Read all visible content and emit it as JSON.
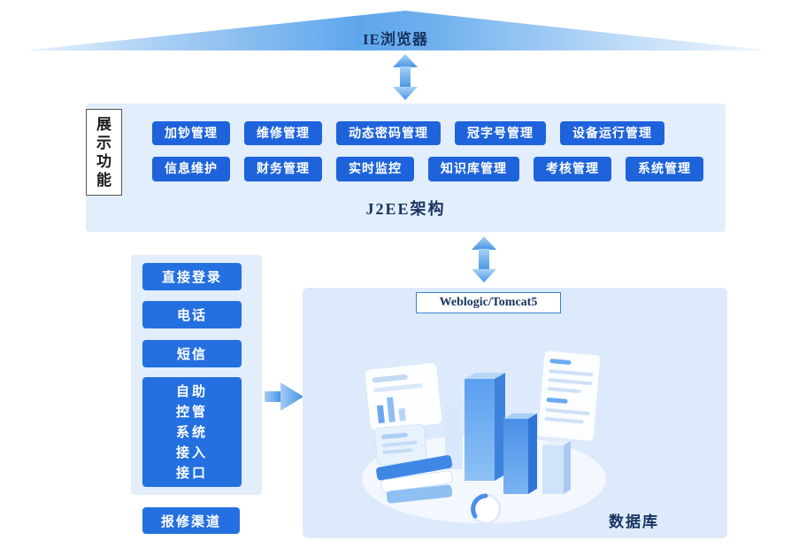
{
  "top": {
    "browser_label": "IE浏览器"
  },
  "presentation": {
    "side_label": "展示功能",
    "row1": [
      "加钞管理",
      "维修管理",
      "动态密码管理",
      "冠字号管理",
      "设备运行管理"
    ],
    "row2": [
      "信息维护",
      "财务管理",
      "实时监控",
      "知识库管理",
      "考核管理",
      "系统管理"
    ],
    "j2ee_label": "J2EE架构"
  },
  "access": {
    "items": [
      "直接登录",
      "电话",
      "短信"
    ],
    "tall_lines": [
      "自助",
      "控管",
      "系统",
      "接入",
      "接口"
    ],
    "repair_label": "报修渠道"
  },
  "server": {
    "title": "Weblogic/Tomcat5",
    "db_label": "数据库"
  },
  "colors": {
    "module_button_blue": "#1e63db",
    "access_button_blue": "#2470e0",
    "panel_background": "#e2eefb",
    "server_box_background": "#ddeafb",
    "heading_navy": "#17335f",
    "arrow_blue": "#5aa0ea"
  }
}
